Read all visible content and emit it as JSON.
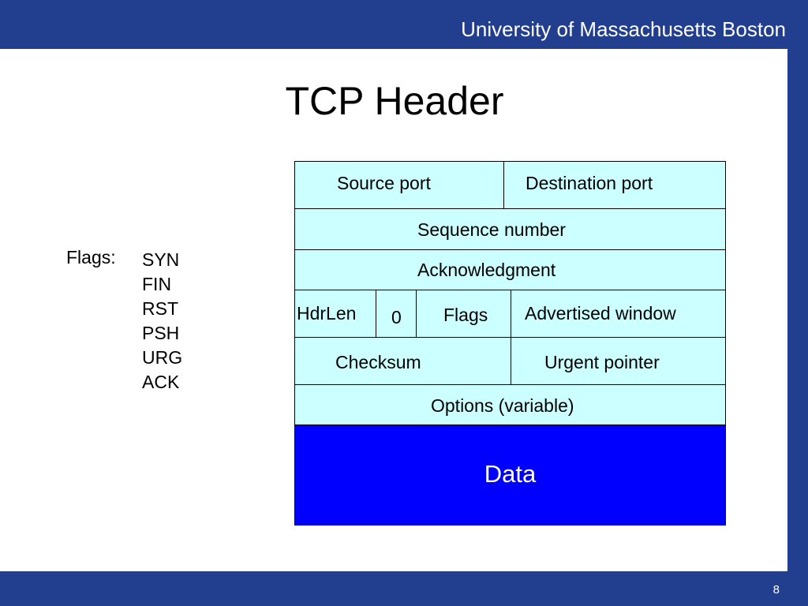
{
  "header": {
    "org_name": "University of Massachusetts Boston"
  },
  "slide": {
    "title": "TCP Header",
    "page_number": "8"
  },
  "flags_panel": {
    "label": "Flags:",
    "items": [
      "SYN",
      "FIN",
      "RST",
      "PSH",
      "URG",
      "ACK"
    ]
  },
  "tcp_header": {
    "source_port": "Source port",
    "destination_port": "Destination port",
    "sequence_number": "Sequence number",
    "acknowledgment": "Acknowledgment",
    "hdrlen": "HdrLen",
    "reserved": "0",
    "flags": "Flags",
    "advertised_window": "Advertised window",
    "checksum": "Checksum",
    "urgent_pointer": "Urgent pointer",
    "options": "Options (variable)",
    "data": "Data"
  },
  "colors": {
    "bar": "#213e8f",
    "field_fill": "#ccffff",
    "data_fill": "#0000ff"
  }
}
